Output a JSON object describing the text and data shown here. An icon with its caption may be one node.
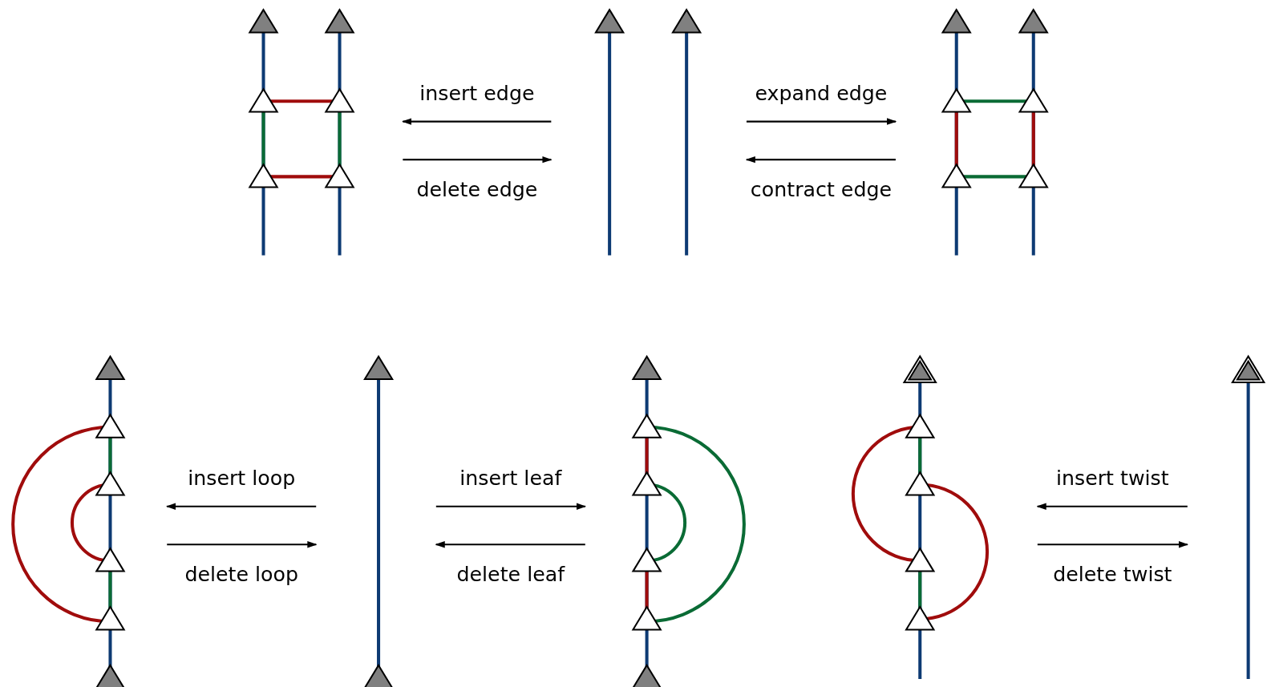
{
  "diagram": {
    "nodes": [
      {
        "text": [],
        "shape": "picture"
      },
      {
        "text": [],
        "shape": "picture"
      },
      {
        "text": [],
        "shape": "picture"
      },
      {
        "text": [],
        "shape": "picture"
      },
      {
        "text": [],
        "shape": "picture"
      },
      {
        "text": [],
        "shape": "picture"
      },
      {
        "text": [],
        "shape": "picture"
      },
      {
        "text": [],
        "shape": "picture"
      }
    ],
    "edges": [
      {
        "from": 1,
        "to": 0,
        "arrow": "to",
        "label": "insert edge"
      },
      {
        "from": 0,
        "to": 1,
        "arrow": "to",
        "label": "delete edge"
      },
      {
        "from": 1,
        "to": 2,
        "arrow": "to",
        "label": "expand edge"
      },
      {
        "from": 2,
        "to": 1,
        "arrow": "to",
        "label": "contract edge"
      },
      {
        "from": 4,
        "to": 3,
        "arrow": "to",
        "label": "insert loop"
      },
      {
        "from": 3,
        "to": 4,
        "arrow": "to",
        "label": "delete loop"
      },
      {
        "from": 4,
        "to": 5,
        "arrow": "to",
        "label": "insert leaf"
      },
      {
        "from": 5,
        "to": 4,
        "arrow": "to",
        "label": "delete leaf"
      },
      {
        "from": 7,
        "to": 6,
        "arrow": "to",
        "label": "insert twist"
      },
      {
        "from": 6,
        "to": 7,
        "arrow": "to",
        "label": "delete twist"
      }
    ]
  }
}
